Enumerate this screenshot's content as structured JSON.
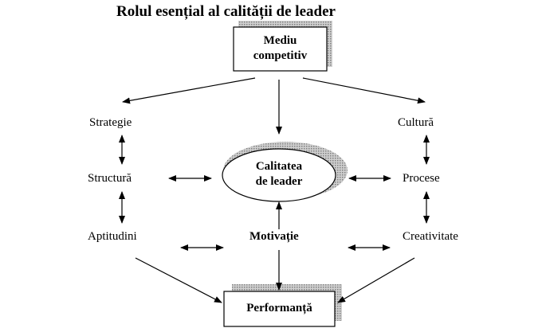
{
  "title": "Rolul esențial al calității de leader",
  "nodes": {
    "mediu": [
      "Mediu",
      "competitiv"
    ],
    "calitatea": [
      "Calitatea",
      "de leader"
    ],
    "performanta": "Performanță",
    "strategie": "Strategie",
    "structura": "Structură",
    "aptitudini": "Aptitudini",
    "motivatie": "Motivație",
    "cultura": "Cultură",
    "procese": "Procese",
    "creativitate": "Creativitate"
  },
  "colors": {
    "line": "#000000",
    "shadow": "#9a9a9a"
  }
}
